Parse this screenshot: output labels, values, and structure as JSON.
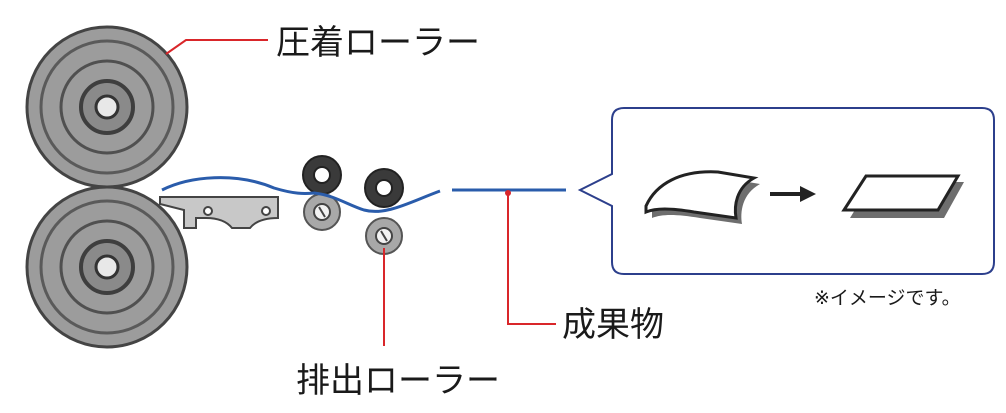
{
  "labels": {
    "pressure_roller": "圧着ローラー",
    "discharge_roller": "排出ローラー",
    "product": "成果物",
    "note": "※イメージです。"
  },
  "colors": {
    "roller_gray": "#9a9a9a",
    "roller_dark": "#3a3a3a",
    "film_blue": "#2a5cab",
    "leader_red": "#d9262a",
    "callout_border": "#2c3f8c"
  }
}
